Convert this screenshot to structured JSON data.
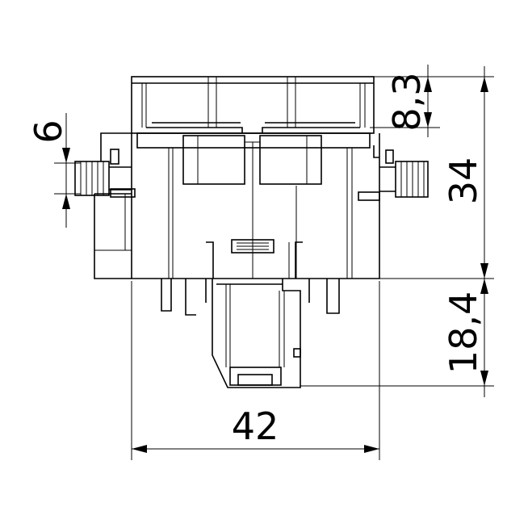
{
  "dimensions": {
    "width": "42",
    "total_height": "34",
    "pin_length": "18,4",
    "top_cap": "8,3",
    "side_nub": "6"
  }
}
